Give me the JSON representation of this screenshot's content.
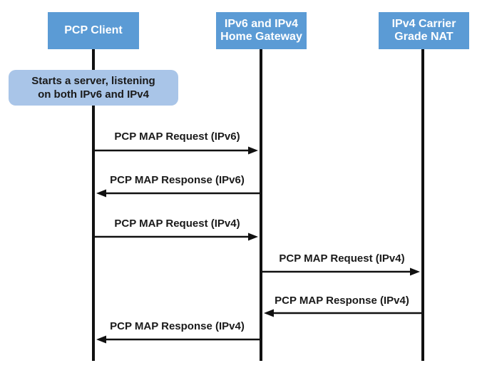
{
  "participants": {
    "client": "PCP Client",
    "gateway": "IPv6 and IPv4\nHome Gateway",
    "cgn": "IPv4 Carrier\nGrade NAT"
  },
  "note": "Starts a server, listening\non both IPv6 and IPv4",
  "messages": [
    {
      "label": "PCP MAP Request (IPv6)",
      "from": "client",
      "to": "gateway"
    },
    {
      "label": "PCP MAP Response (IPv6)",
      "from": "gateway",
      "to": "client"
    },
    {
      "label": "PCP MAP Request (IPv4)",
      "from": "client",
      "to": "gateway"
    },
    {
      "label": "PCP MAP Request (IPv4)",
      "from": "gateway",
      "to": "cgn"
    },
    {
      "label": "PCP MAP Response (IPv4)",
      "from": "cgn",
      "to": "gateway"
    },
    {
      "label": "PCP MAP Response (IPv4)",
      "from": "gateway",
      "to": "client"
    }
  ],
  "colors": {
    "participant_fill": "#5b9bd5",
    "participant_text": "#ffffff",
    "note_fill": "#a9c5e8",
    "line": "#111111"
  }
}
